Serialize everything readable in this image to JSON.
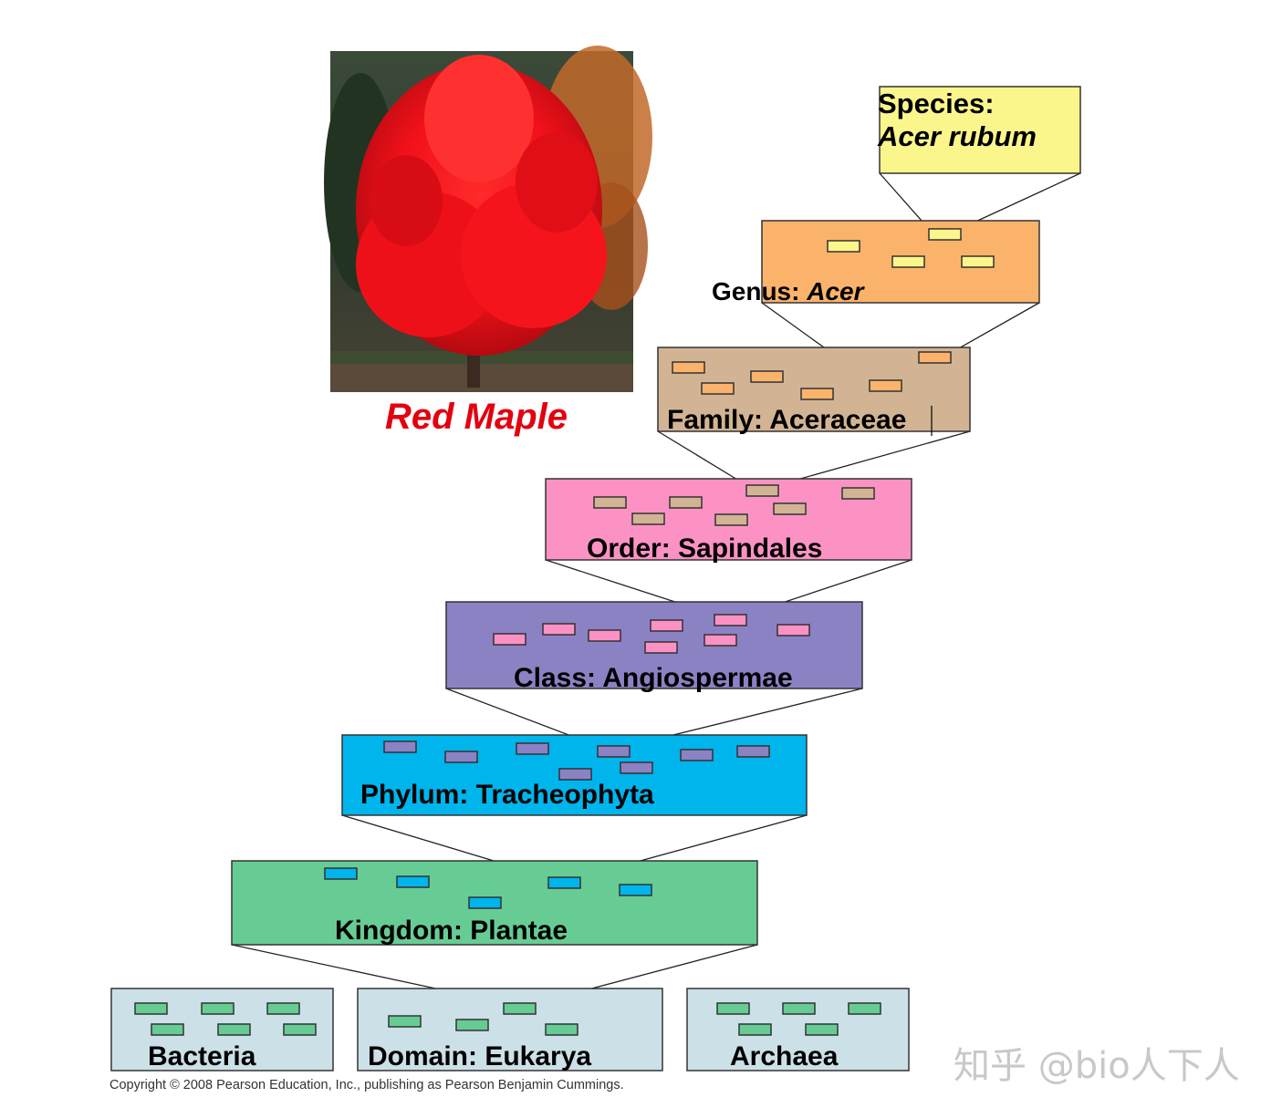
{
  "photo": {
    "caption": "Red Maple",
    "caption_color": "#e3000f"
  },
  "taxonomy": {
    "species": {
      "prefix": "Species:",
      "name": "Acer rubum"
    },
    "genus": {
      "prefix": "Genus: ",
      "name": "Acer"
    },
    "family": {
      "label": "Family: Aceraceae"
    },
    "order": {
      "label": "Order: Sapindales"
    },
    "class": {
      "label": "Class: Angiospermae"
    },
    "phylum": {
      "label": "Phylum: Tracheophyta"
    },
    "kingdom": {
      "label": "Kingdom: Plantae"
    },
    "domains": [
      {
        "label": "Bacteria"
      },
      {
        "label": "Domain: Eukarya"
      },
      {
        "label": "Archaea"
      }
    ]
  },
  "colors": {
    "species": "#fbf68c",
    "genus": "#fbb36c",
    "family": "#d2b494",
    "order": "#fc92c4",
    "class": "#8b82c4",
    "phylum": "#00b4ec",
    "kingdom": "#66cc94",
    "domain": "#cce0e8"
  },
  "copyright": "Copyright © 2008 Pearson Education, Inc., publishing as Pearson Benjamin Cummings.",
  "watermark": "知乎 @bio人下人"
}
